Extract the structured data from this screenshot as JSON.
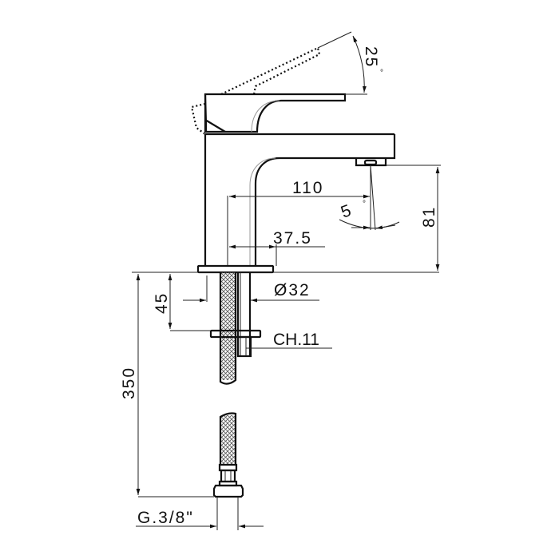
{
  "drawing": {
    "title": "Single-lever basin mixer technical drawing",
    "dimensions": {
      "lever_angle": "25",
      "lever_angle_unit": "°",
      "spout_angle": "5",
      "spout_angle_unit": "°",
      "spout_reach": "110",
      "body_offset": "37.5",
      "spout_height": "81",
      "hole_diameter": "Ø32",
      "max_deck_thickness": "45",
      "nut_wrench": "CH.11",
      "hose_length": "350",
      "hose_connection": "G.3/8\""
    },
    "colors": {
      "line": "#111111",
      "background": "#ffffff",
      "hatch": "#555555"
    }
  }
}
